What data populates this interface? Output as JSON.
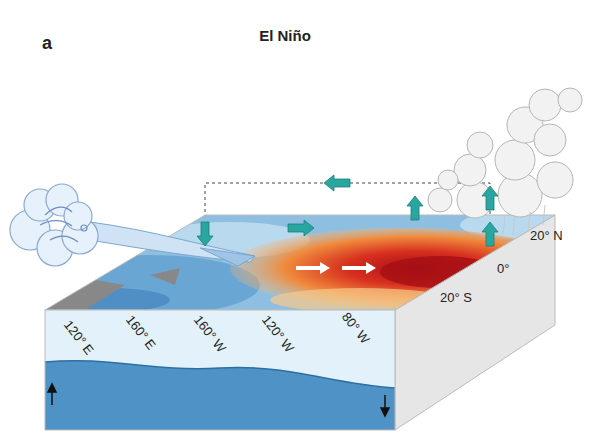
{
  "diagram": {
    "title": "El Niño",
    "labels": [
      "a",
      "20° N",
      "0°",
      "20° S",
      "120° E",
      "160° E",
      "160° W",
      "120° W",
      "80° W"
    ]
  }
}
